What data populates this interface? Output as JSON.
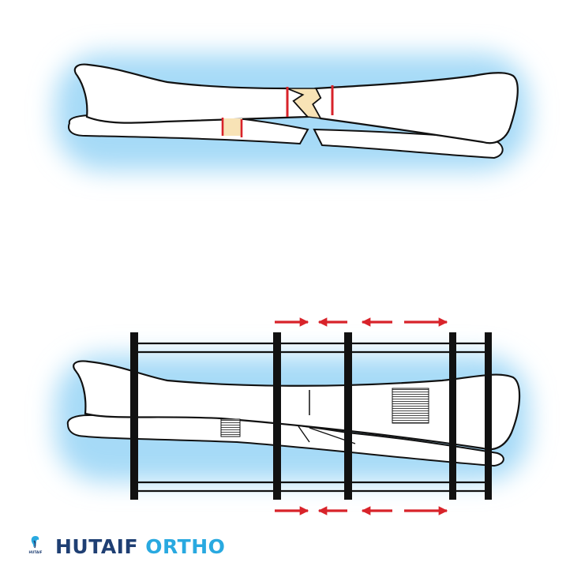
{
  "brand": {
    "name_part1": "HUTAIF",
    "name_part2": "ORTHO",
    "logo_caption": "HUTAIF",
    "color_primary": "#1f3f73",
    "color_accent": "#29a9e0"
  },
  "colors": {
    "glow": "#9fd6f6",
    "bone_fill": "#ffffff",
    "bone_outline": "#111111",
    "fracture_fill": "#f8e3b6",
    "osteotomy_line": "#d8232a",
    "frame_bar": "#111111",
    "arrow": "#d8232a"
  },
  "diagram": {
    "top_view": "tibia-fibula-with-osteotomy-cuts",
    "bottom_view": "external-fixator-bone-transport",
    "arrow_directions": [
      "right",
      "left",
      "left",
      "right"
    ]
  }
}
